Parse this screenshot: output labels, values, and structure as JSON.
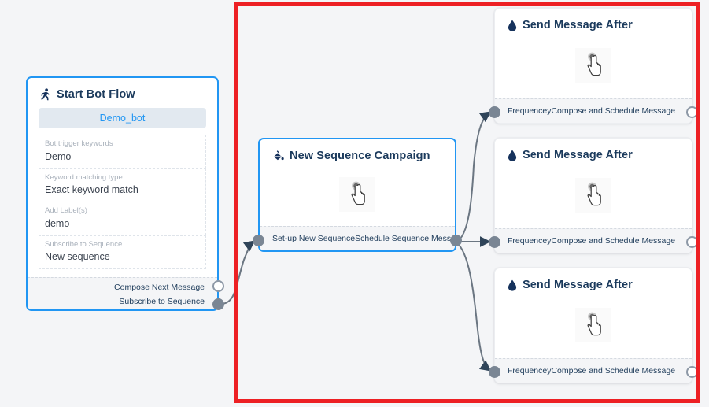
{
  "canvas": {
    "background_color": "#f4f5f7",
    "highlight_color": "#ed2024",
    "accent_color": "#2196f3",
    "port_color": "#7a8694",
    "edge_color": "#6b7682",
    "header_text_color": "#1b3a5c"
  },
  "nodes": {
    "start_bot_flow": {
      "title": "Start Bot Flow",
      "icon": "running-person-icon",
      "bot_pill": "Demo_bot",
      "fields": [
        {
          "label": "Bot trigger keywords",
          "value": "Demo"
        },
        {
          "label": "Keyword matching type",
          "value": "Exact keyword match"
        },
        {
          "label": "Add Label(s)",
          "value": "demo"
        },
        {
          "label": "Subscribe to Sequence",
          "value": "New sequence"
        }
      ],
      "ports": [
        {
          "label": "Compose Next Message",
          "style": "hollow"
        },
        {
          "label": "Subscribe to Sequence",
          "style": "filled"
        }
      ]
    },
    "new_sequence_campaign": {
      "title": "New Sequence Campaign",
      "icon": "paint-bucket-icon",
      "body_icon": "hand-cursor-icon",
      "port_in_label": "Set-up New Sequence",
      "port_out_label": "Schedule Sequence Message"
    },
    "send_message_after": [
      {
        "title": "Send Message After",
        "icon": "droplet-icon",
        "body_icon": "hand-cursor-icon",
        "port_in_label": "Frequencey",
        "port_out_label": "Compose and Schedule Message"
      },
      {
        "title": "Send Message After",
        "icon": "droplet-icon",
        "body_icon": "hand-cursor-icon",
        "port_in_label": "Frequencey",
        "port_out_label": "Compose and Schedule Message"
      },
      {
        "title": "Send Message After",
        "icon": "droplet-icon",
        "body_icon": "hand-cursor-icon",
        "port_in_label": "Frequencey",
        "port_out_label": "Compose and Schedule Message"
      }
    ]
  }
}
